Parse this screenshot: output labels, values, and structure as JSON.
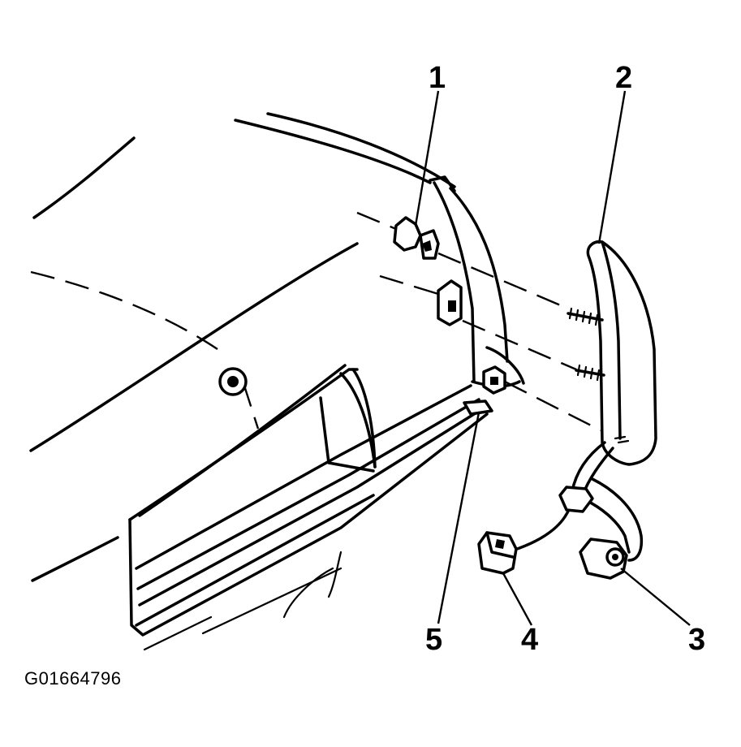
{
  "figure_id": "G01664796",
  "callouts": [
    {
      "id": "1",
      "label": "1"
    },
    {
      "id": "2",
      "label": "2"
    },
    {
      "id": "3",
      "label": "3"
    },
    {
      "id": "4",
      "label": "4"
    },
    {
      "id": "5",
      "label": "5"
    }
  ]
}
